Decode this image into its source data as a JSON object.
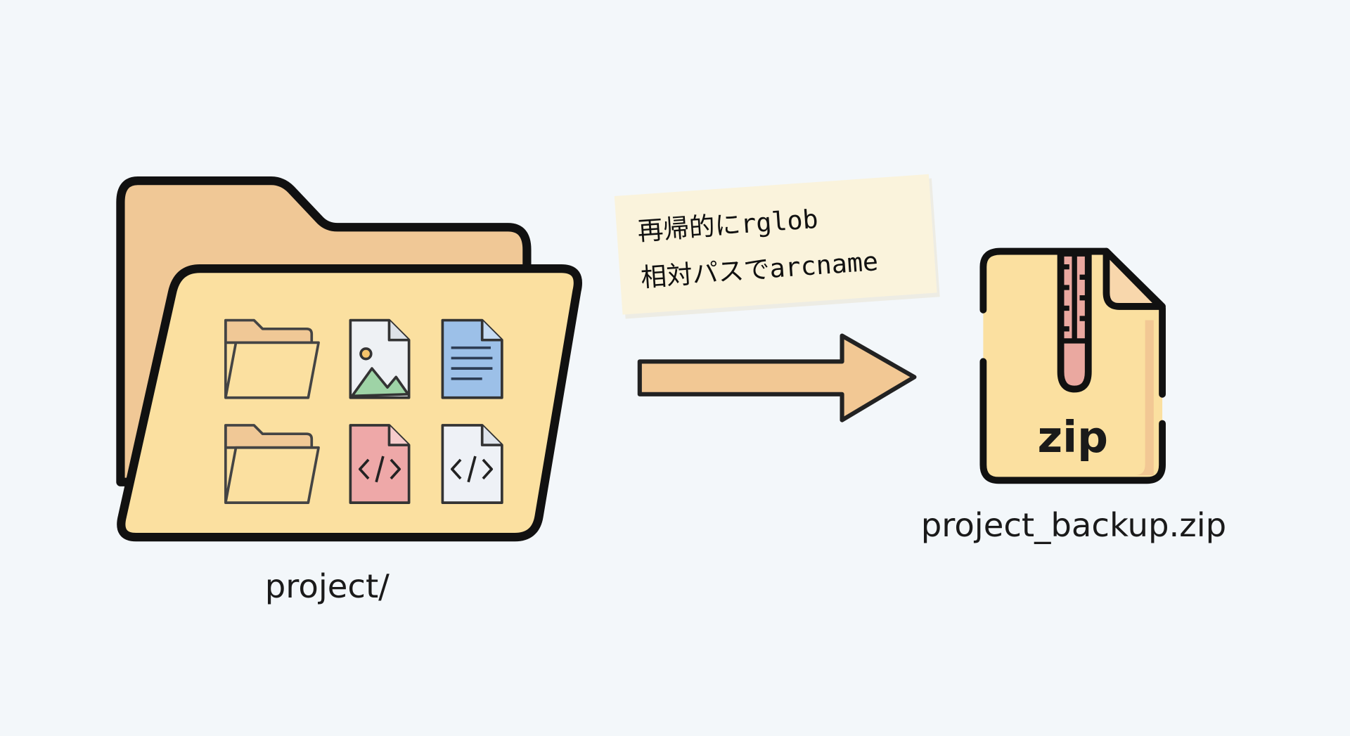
{
  "source": {
    "label": "project/"
  },
  "note": {
    "line1": "再帰的にrglob",
    "line2": "相対パスでarcname"
  },
  "archive": {
    "badge": "zip",
    "label": "project_backup.zip"
  },
  "colors": {
    "background": "#f3f7fa",
    "folder_back": "#f0c896",
    "folder_front": "#fbe0a0",
    "arrow": "#f2c894",
    "note": "#faf3dc",
    "image_file": "#eef1f4",
    "doc_file": "#9cc0e8",
    "code_file_red": "#eea8a8",
    "code_file_white": "#eef1f6",
    "zipper": "#eaa8a0"
  }
}
